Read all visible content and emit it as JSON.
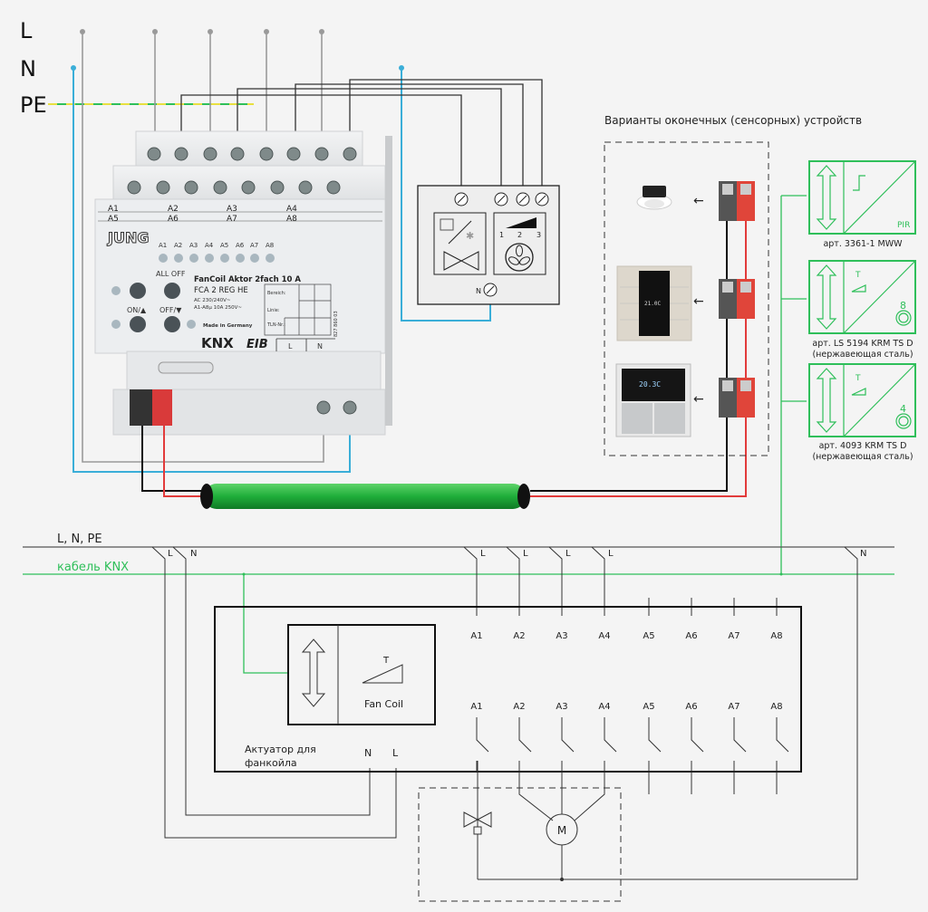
{
  "mains": {
    "L": "L",
    "N": "N",
    "PE": "PE"
  },
  "colors": {
    "phase": "#9a9a9a",
    "neutral": "#3aaed8",
    "knx_green": "#2fbf5a",
    "wire_red": "#e23b3b",
    "wire_black": "#111111",
    "pe_yellow": "#e8e040"
  },
  "actuator_photo": {
    "brand": "JUNG",
    "channels_top": [
      "A1",
      "A2",
      "A3",
      "A4"
    ],
    "channels_bottom": [
      "A5",
      "A6",
      "A7",
      "A8"
    ],
    "led_labels": [
      "A1",
      "A2",
      "A3",
      "A4",
      "A5",
      "A6",
      "A7",
      "A8"
    ],
    "btn_all_off": "ALL OFF",
    "btn_on": "ON/▲",
    "btn_off": "OFF/▼",
    "title": "FanCoil Aktor 2fach 10 A",
    "model": "FCA 2 REG HE",
    "spec1": "AC 230/240V~",
    "spec2": "A1-A8µ 10A 250V~",
    "made_in": "Made in Germany",
    "field_bereich": "Bereich:",
    "field_linie": "Linie:",
    "field_tln": "TLN-Nr.:",
    "serial": "827 860 03",
    "knx_logo": "KNX",
    "eib_logo": "EIB",
    "term_L": "L",
    "term_N": "N"
  },
  "fancoil_unit": {
    "speeds": [
      "1",
      "2",
      "3"
    ],
    "n_label": "N"
  },
  "sensors": {
    "title": "Варианты оконечных (сенсорных) устройств",
    "display1": "21.0C",
    "display2": "20.3C",
    "items": [
      {
        "label1": "арт. 3361-1 MWW",
        "label2": "",
        "corner": "PIR"
      },
      {
        "label1": "арт. LS 5194 KRM TS D",
        "label2": "(нержавеющая сталь)",
        "corner": "8"
      },
      {
        "label1": "арт. 4093 KRM TS D",
        "label2": "(нержавеющая сталь)",
        "corner": "4"
      }
    ]
  },
  "schematic": {
    "bus_power": "L, N, PE",
    "bus_knx": "кабель KNX",
    "tap_L": "L",
    "tap_N": "N",
    "actuator_label_1": "Актуатор для",
    "actuator_label_2": "фанкойла",
    "fan_coil": "Fan Coil",
    "T": "T",
    "in_N": "N",
    "in_L": "L",
    "outputs": [
      "A1",
      "A2",
      "A3",
      "A4",
      "A5",
      "A6",
      "A7",
      "A8"
    ],
    "motor": "M"
  }
}
